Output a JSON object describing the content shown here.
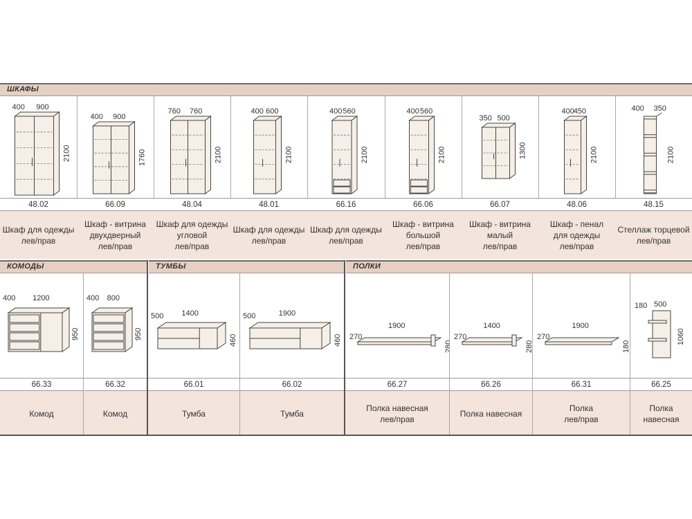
{
  "sections": {
    "shkafy": "ШКАФЫ",
    "komody": "КОМОДЫ",
    "tumby": "ТУМБЫ",
    "polki": "ПОЛКИ"
  },
  "wardrobes": [
    {
      "code": "48.02",
      "name": "Шкаф для одежды\nлев/прав",
      "w": "400",
      "d": "900",
      "h": "2100"
    },
    {
      "code": "66.09",
      "name": "Шкаф - витрина\nдвухдверный\nлев/прав",
      "w": "400",
      "d": "900",
      "h": "1760"
    },
    {
      "code": "48.04",
      "name": "Шкаф для одежды\nугловой\nлев/прав",
      "w": "760",
      "d": "760",
      "h": "2100"
    },
    {
      "code": "48.01",
      "name": "Шкаф для одежды\nлев/прав",
      "w": "400",
      "d": "600",
      "h": "2100"
    },
    {
      "code": "66.16",
      "name": "Шкаф для одежды\nлев/прав",
      "w": "400",
      "d": "560",
      "h": "2100"
    },
    {
      "code": "66.06",
      "name": "Шкаф - витрина\nбольшой\nлев/прав",
      "w": "400",
      "d": "560",
      "h": "2100"
    },
    {
      "code": "66.07",
      "name": "Шкаф - витрина\nмалый\nлев/прав",
      "w": "350",
      "d": "500",
      "h": "1300"
    },
    {
      "code": "48.06",
      "name": "Шкаф - пенал\nдля одежды\nлев/прав",
      "w": "400",
      "d": "450",
      "h": "2100"
    },
    {
      "code": "48.15",
      "name": "Стеллаж торцевой\nлев/прав",
      "w": "400",
      "d": "350",
      "h": "2100"
    }
  ],
  "dressers": [
    {
      "code": "66.33",
      "name": "Комод",
      "w": "400",
      "d": "1200",
      "h": "950"
    },
    {
      "code": "66.32",
      "name": "Комод",
      "w": "400",
      "d": "800",
      "h": "950"
    }
  ],
  "stands": [
    {
      "code": "66.01",
      "name": "Тумба",
      "w": "500",
      "d": "1400",
      "h": "460"
    },
    {
      "code": "66.02",
      "name": "Тумба",
      "w": "500",
      "d": "1900",
      "h": "460"
    }
  ],
  "shelves": [
    {
      "code": "66.27",
      "name": "Полка навесная\nлев/прав",
      "w": "270",
      "d": "1900",
      "h": "280"
    },
    {
      "code": "66.26",
      "name": "Полка навесная",
      "w": "270",
      "d": "1400",
      "h": "280"
    },
    {
      "code": "66.31",
      "name": "Полка\nлев/прав",
      "w": "270",
      "d": "1900",
      "h": "180"
    },
    {
      "code": "66.25",
      "name": "Полка навесная",
      "w": "180",
      "d": "500",
      "h": "1060"
    }
  ]
}
